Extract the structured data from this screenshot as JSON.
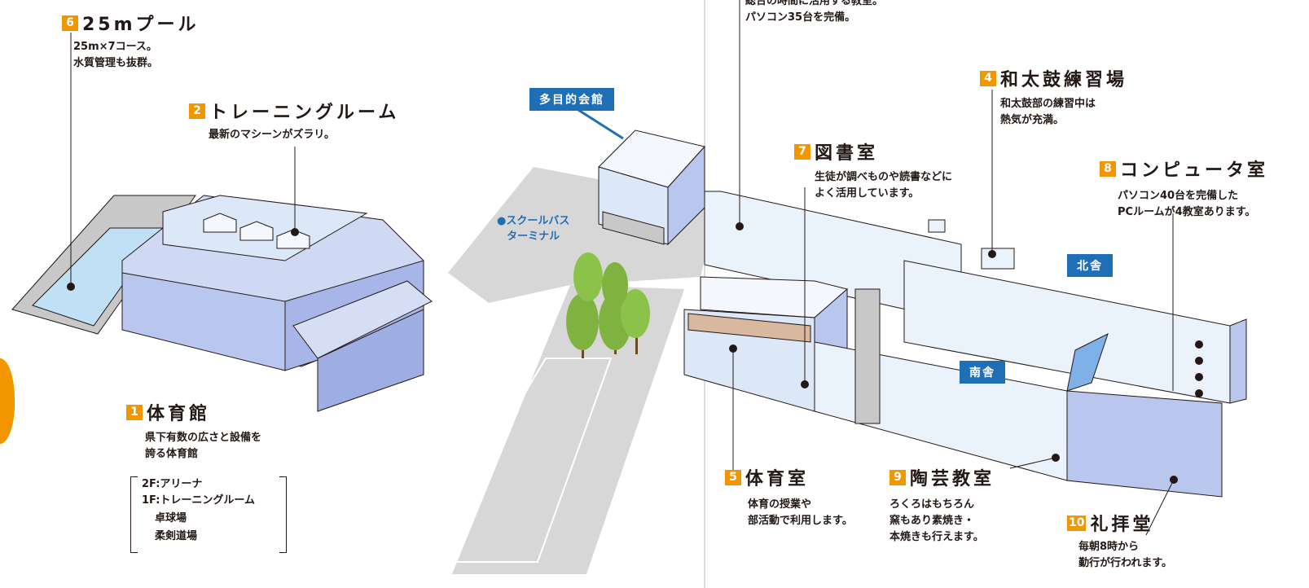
{
  "facilities": [
    {
      "number": "6",
      "title": "25mプール",
      "desc": [
        "25m×7コース。",
        "水質管理も抜群。"
      ]
    },
    {
      "number": "2",
      "title": "トレーニングルーム",
      "desc": [
        "最新のマシーンがズラリ。"
      ]
    },
    {
      "number": "1",
      "title": "体育館",
      "desc": [
        "県下有数の広さと設備を",
        "誇る体育館"
      ],
      "floors": [
        "2F:アリーナ",
        "1F:トレーニングルーム",
        "卓球場",
        "柔剣道場"
      ]
    },
    {
      "number": "5",
      "title": "体育室",
      "desc": [
        "体育の授業や",
        "部活動で利用します。"
      ]
    },
    {
      "number": "9",
      "title": "陶芸教室",
      "desc": [
        "ろくろはもちろん",
        "窯もあり素焼き・",
        "本焼きも行えます。"
      ]
    },
    {
      "number": "10",
      "title": "礼拝堂",
      "desc": [
        "毎朝8時から",
        "勤行が行われます。"
      ]
    },
    {
      "number": "7",
      "title": "図書室",
      "desc": [
        "生徒が調べものや読書などに",
        "よく活用しています。"
      ]
    },
    {
      "number": "4",
      "title": "和太鼓練習場",
      "desc": [
        "和太鼓部の練習中は",
        "熱気が充満。"
      ]
    },
    {
      "number": "8",
      "title": "コンピュータ室",
      "desc": [
        "パソコン40台を完備した",
        "PCルームが4教室あります。"
      ]
    }
  ],
  "partial_top_desc": [
    "総合の時間に活用する教室。",
    "パソコン35台を完備。"
  ],
  "tags": {
    "hall": "多目的会館",
    "north": "北舎",
    "south": "南舎"
  },
  "bus_terminal": {
    "marker": "●",
    "line1": "スクールバス",
    "line2": "ターミナル"
  },
  "colors": {
    "badge": "#f29600",
    "tag": "#1f6fb7",
    "building": "#dce8f7",
    "pavement": "#d7d7d7",
    "tree": "#7fb23f"
  }
}
